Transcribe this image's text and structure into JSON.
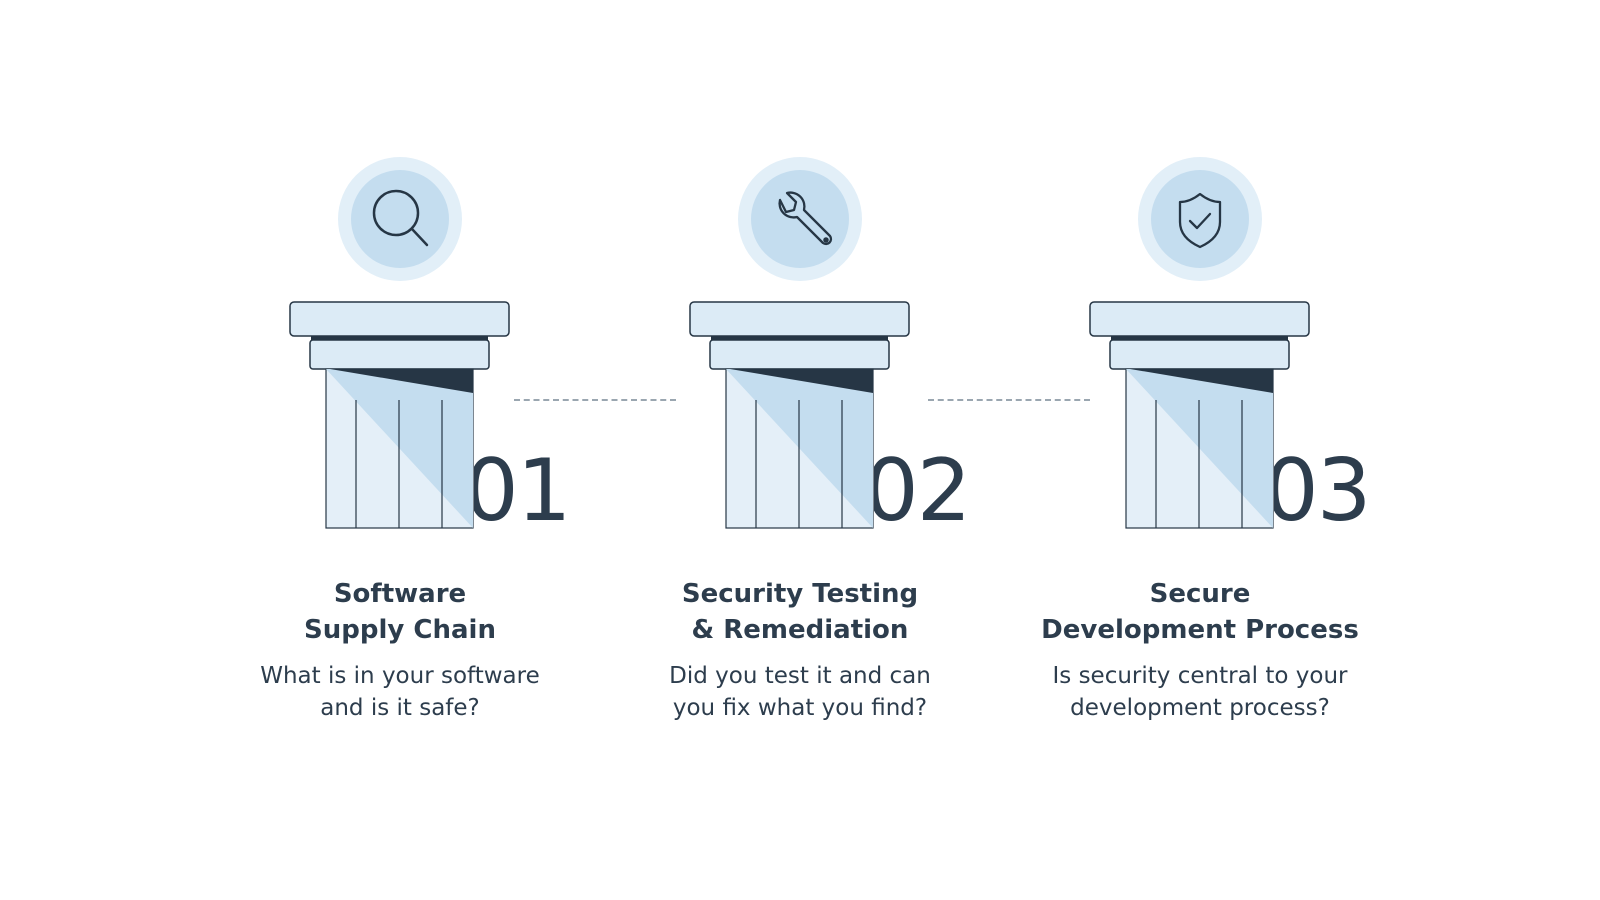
{
  "colors": {
    "text": "#2d3d4d",
    "icon_outer": "#e2eff8",
    "icon_inner": "#c4ddef",
    "capital_fill": "#dcebf6",
    "shaft_light": "#e4eff8",
    "shaft_shadow": "#c4ddef",
    "dark": "#263645",
    "connector": "#9aa6b0"
  },
  "pillars": [
    {
      "number": "01",
      "icon": "magnifying-glass-icon",
      "title_line1": "Software",
      "title_line2": "Supply Chain",
      "question_line1": "What is in your software",
      "question_line2": "and is it safe?"
    },
    {
      "number": "02",
      "icon": "wrench-icon",
      "title_line1": "Security Testing",
      "title_line2": "& Remediation",
      "question_line1": "Did you test it and can",
      "question_line2": "you fix what you find?"
    },
    {
      "number": "03",
      "icon": "shield-check-icon",
      "title_line1": "Secure",
      "title_line2": "Development Process",
      "question_line1": "Is security central to your",
      "question_line2": "development process?"
    }
  ]
}
